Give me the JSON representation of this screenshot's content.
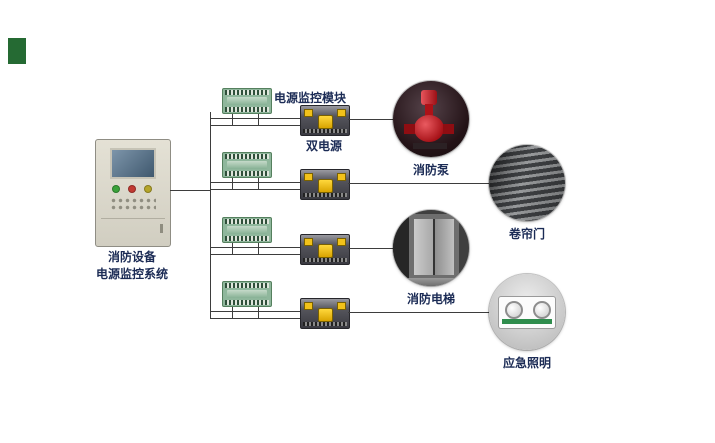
{
  "diagram": {
    "system_cabinet": {
      "label_line1": "消防设备",
      "label_line2": "电源监控系统"
    },
    "module_label": "电源监控模块",
    "dual_power_label": "双电源",
    "loads": [
      {
        "name": "消防泵"
      },
      {
        "name": "卷帘门"
      },
      {
        "name": "消防电梯"
      },
      {
        "name": "应急照明"
      }
    ],
    "colors": {
      "module_green": "#8fb79c",
      "ats_yellow": "#f2c21a",
      "pump_red": "#c0161f",
      "emergency_green": "#2f8d4d",
      "logo_green": "#256a33",
      "label_text": "#1b2b55",
      "line": "#3d3d3d"
    }
  }
}
